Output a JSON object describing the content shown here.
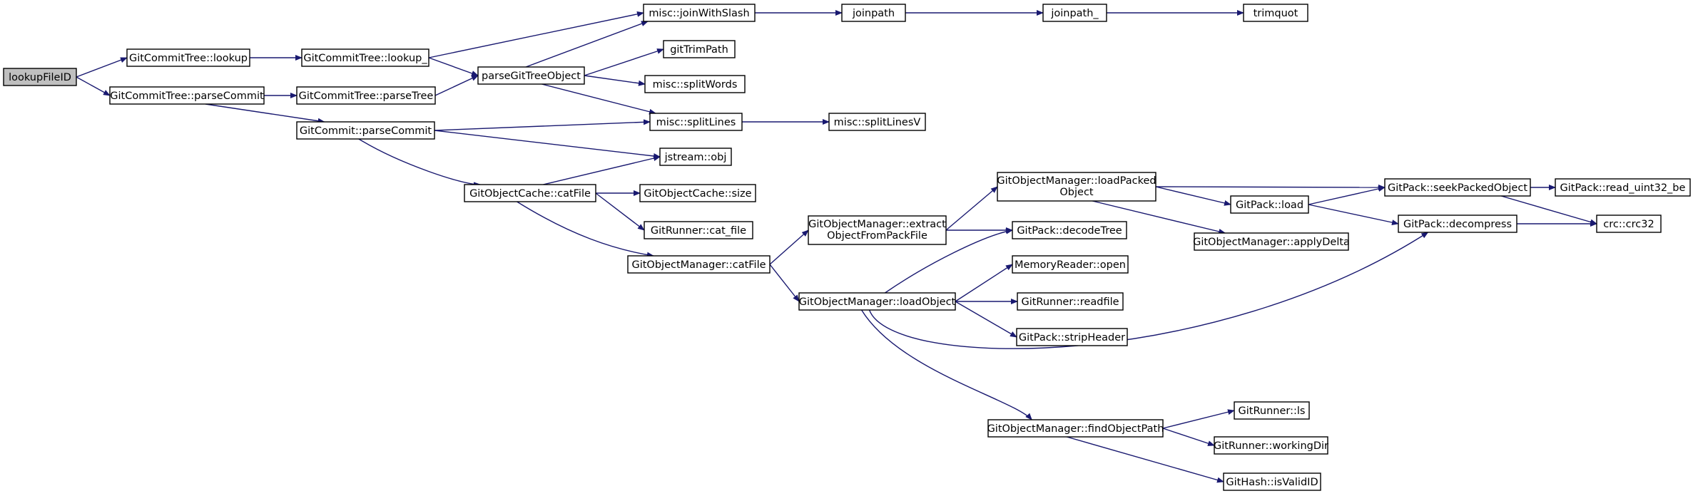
{
  "graph": {
    "edge_color": "#191970",
    "root_fill": "#bfbfbf",
    "nodes": [
      {
        "id": "lookupFileID",
        "label": "lookupFileID",
        "root": true
      },
      {
        "id": "gct_lookup",
        "label": "GitCommitTree::lookup"
      },
      {
        "id": "gct_parseCommit",
        "label": "GitCommitTree::parseCommit"
      },
      {
        "id": "gct_lookup_",
        "label": "GitCommitTree::lookup_"
      },
      {
        "id": "gct_parseTree",
        "label": "GitCommitTree::parseTree"
      },
      {
        "id": "gc_parseCommit",
        "label": "GitCommit::parseCommit"
      },
      {
        "id": "parseGitTreeObject",
        "label": "parseGitTreeObject"
      },
      {
        "id": "goc_catFile",
        "label": "GitObjectCache::catFile"
      },
      {
        "id": "misc_joinWithSlash",
        "label": "misc::joinWithSlash"
      },
      {
        "id": "gitTrimPath",
        "label": "gitTrimPath"
      },
      {
        "id": "misc_splitWords",
        "label": "misc::splitWords"
      },
      {
        "id": "misc_splitLines",
        "label": "misc::splitLines"
      },
      {
        "id": "jstream_obj",
        "label": "jstream::obj"
      },
      {
        "id": "goc_size",
        "label": "GitObjectCache::size"
      },
      {
        "id": "gr_cat_file",
        "label": "GitRunner::cat_file"
      },
      {
        "id": "gom_catFile",
        "label": "GitObjectManager::catFile"
      },
      {
        "id": "joinpath",
        "label": "joinpath"
      },
      {
        "id": "joinpath_",
        "label": "joinpath_"
      },
      {
        "id": "trimquot",
        "label": "trimquot"
      },
      {
        "id": "misc_splitLinesV",
        "label": "misc::splitLinesV"
      },
      {
        "id": "gom_extract",
        "label": "GitObjectManager::extract\nObjectFromPackFile"
      },
      {
        "id": "gom_loadObject",
        "label": "GitObjectManager::loadObject"
      },
      {
        "id": "gom_loadPacked",
        "label": "GitObjectManager::loadPacked\nObject"
      },
      {
        "id": "gp_decodeTree",
        "label": "GitPack::decodeTree"
      },
      {
        "id": "mr_open",
        "label": "MemoryReader::open"
      },
      {
        "id": "gr_readfile",
        "label": "GitRunner::readfile"
      },
      {
        "id": "gp_stripHeader",
        "label": "GitPack::stripHeader"
      },
      {
        "id": "gom_findObjectPath",
        "label": "GitObjectManager::findObjectPath"
      },
      {
        "id": "gp_load",
        "label": "GitPack::load"
      },
      {
        "id": "gom_applyDelta",
        "label": "GitObjectManager::applyDelta"
      },
      {
        "id": "gp_seekPackedObject",
        "label": "GitPack::seekPackedObject"
      },
      {
        "id": "gp_decompress",
        "label": "GitPack::decompress"
      },
      {
        "id": "gp_read_uint32_be",
        "label": "GitPack::read_uint32_be"
      },
      {
        "id": "crc_crc32",
        "label": "crc::crc32"
      },
      {
        "id": "gr_ls",
        "label": "GitRunner::ls"
      },
      {
        "id": "gr_workingDir",
        "label": "GitRunner::workingDir"
      },
      {
        "id": "gh_isValidID",
        "label": "GitHash::isValidID"
      }
    ],
    "edges": [
      [
        "lookupFileID",
        "gct_lookup"
      ],
      [
        "lookupFileID",
        "gct_parseCommit"
      ],
      [
        "gct_lookup",
        "gct_lookup_"
      ],
      [
        "gct_lookup_",
        "misc_joinWithSlash"
      ],
      [
        "gct_lookup_",
        "parseGitTreeObject"
      ],
      [
        "gct_parseCommit",
        "gct_parseTree"
      ],
      [
        "gct_parseCommit",
        "gc_parseCommit"
      ],
      [
        "gct_parseTree",
        "parseGitTreeObject"
      ],
      [
        "parseGitTreeObject",
        "misc_joinWithSlash"
      ],
      [
        "parseGitTreeObject",
        "gitTrimPath"
      ],
      [
        "parseGitTreeObject",
        "misc_splitWords"
      ],
      [
        "parseGitTreeObject",
        "misc_splitLines"
      ],
      [
        "gc_parseCommit",
        "misc_splitLines"
      ],
      [
        "gc_parseCommit",
        "jstream_obj"
      ],
      [
        "gc_parseCommit",
        "goc_catFile"
      ],
      [
        "goc_catFile",
        "jstream_obj"
      ],
      [
        "goc_catFile",
        "goc_size"
      ],
      [
        "goc_catFile",
        "gr_cat_file"
      ],
      [
        "goc_catFile",
        "gom_catFile"
      ],
      [
        "misc_joinWithSlash",
        "joinpath"
      ],
      [
        "joinpath",
        "joinpath_"
      ],
      [
        "joinpath_",
        "trimquot"
      ],
      [
        "misc_splitLines",
        "misc_splitLinesV"
      ],
      [
        "gom_catFile",
        "gom_extract"
      ],
      [
        "gom_catFile",
        "gom_loadObject"
      ],
      [
        "gom_extract",
        "gom_loadPacked"
      ],
      [
        "gom_extract",
        "gp_decodeTree"
      ],
      [
        "gom_loadObject",
        "gp_decodeTree"
      ],
      [
        "gom_loadObject",
        "mr_open"
      ],
      [
        "gom_loadObject",
        "gr_readfile"
      ],
      [
        "gom_loadObject",
        "gp_stripHeader"
      ],
      [
        "gom_loadObject",
        "gp_decompress"
      ],
      [
        "gom_loadObject",
        "gom_findObjectPath"
      ],
      [
        "gom_loadPacked",
        "gp_seekPackedObject"
      ],
      [
        "gom_loadPacked",
        "gp_load"
      ],
      [
        "gom_loadPacked",
        "gom_applyDelta"
      ],
      [
        "gp_load",
        "gp_seekPackedObject"
      ],
      [
        "gp_load",
        "gp_decompress"
      ],
      [
        "gp_seekPackedObject",
        "gp_read_uint32_be"
      ],
      [
        "gp_seekPackedObject",
        "crc_crc32"
      ],
      [
        "gp_decompress",
        "crc_crc32"
      ],
      [
        "gom_findObjectPath",
        "gr_ls"
      ],
      [
        "gom_findObjectPath",
        "gr_workingDir"
      ],
      [
        "gom_findObjectPath",
        "gh_isValidID"
      ]
    ]
  }
}
